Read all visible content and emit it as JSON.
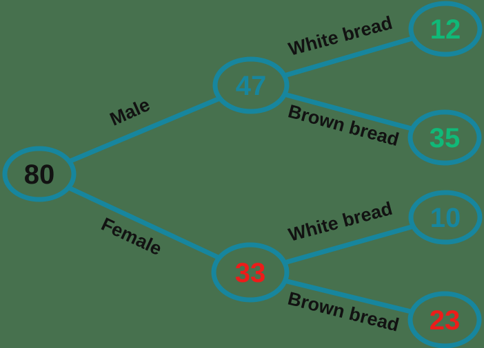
{
  "diagram": {
    "type": "frequency-tree",
    "root": {
      "value": "80",
      "value_color": "#121212"
    },
    "level1": [
      {
        "label": "Male",
        "value": "47",
        "value_color": "#17869E"
      },
      {
        "label": "Female",
        "value": "33",
        "value_color": "#ED1C1A"
      }
    ],
    "level2": [
      {
        "parent": "Male",
        "label": "White bread",
        "value": "12",
        "value_color": "#10B978"
      },
      {
        "parent": "Male",
        "label": "Brown bread",
        "value": "35",
        "value_color": "#10B978"
      },
      {
        "parent": "Female",
        "label": "White bread",
        "value": "10",
        "value_color": "#17869E"
      },
      {
        "parent": "Female",
        "label": "Brown bread",
        "value": "23",
        "value_color": "#ED1C1A"
      }
    ]
  },
  "colors": {
    "background": "#47714E",
    "branch_line": "#17869E",
    "node_outline": "#17869E",
    "label_text": "#121212"
  }
}
